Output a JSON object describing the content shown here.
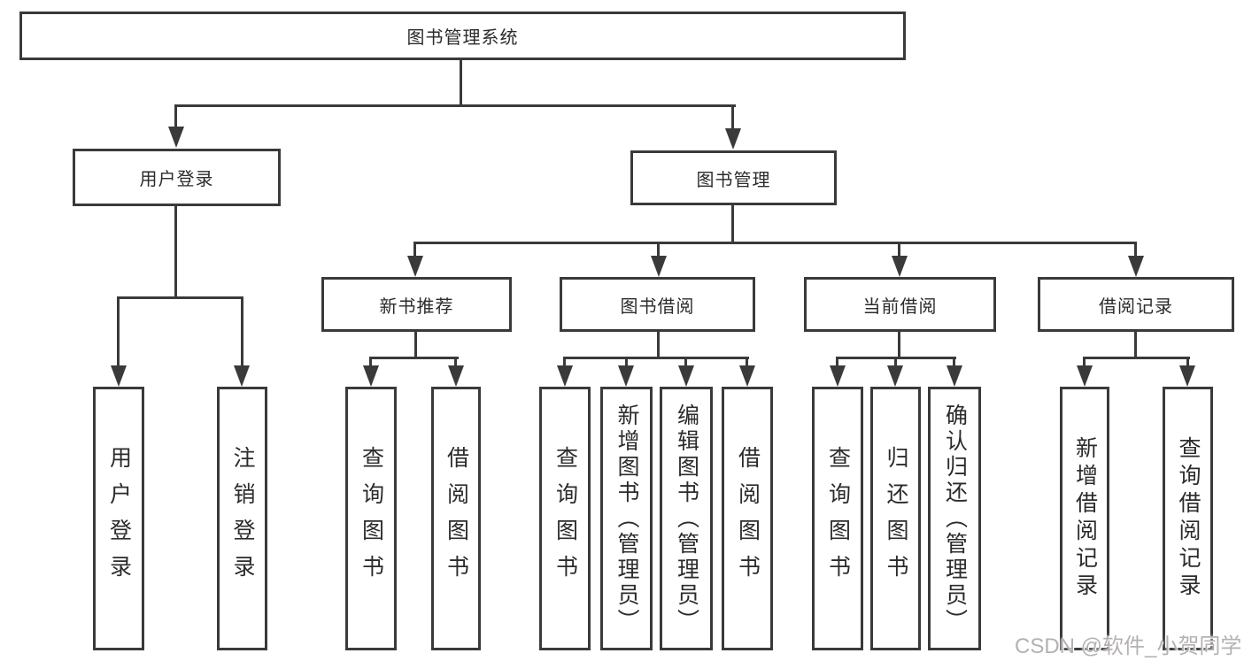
{
  "nodes": {
    "root": "图书管理系统",
    "user_login": "用户登录",
    "book_management": "图书管理",
    "new_book_recommend": "新书推荐",
    "book_borrow": "图书借阅",
    "current_borrow": "当前借阅",
    "borrow_records": "借阅记录",
    "leaf_user_login": "用户登录",
    "leaf_logout": "注销登录",
    "leaf_rec_query_books": "查询图书",
    "leaf_rec_borrow_books": "借阅图书",
    "leaf_bb_query_books": "查询图书",
    "leaf_bb_add_books_admin": "新增图书（管理员）",
    "leaf_bb_edit_books_admin": "编辑图书（管理员）",
    "leaf_bb_borrow_books": "借阅图书",
    "leaf_cb_query_books": "查询图书",
    "leaf_cb_return_books": "归还图书",
    "leaf_cb_confirm_return_admin": "确认归还（管理员）",
    "leaf_br_add_record": "新增借阅记录",
    "leaf_br_query_record": "查询借阅记录"
  },
  "watermark": "CSDN @软件_小贺同学",
  "colors": {
    "line": "#3a3a3a",
    "background": "#ffffff",
    "watermark": "#b5b1b1"
  }
}
